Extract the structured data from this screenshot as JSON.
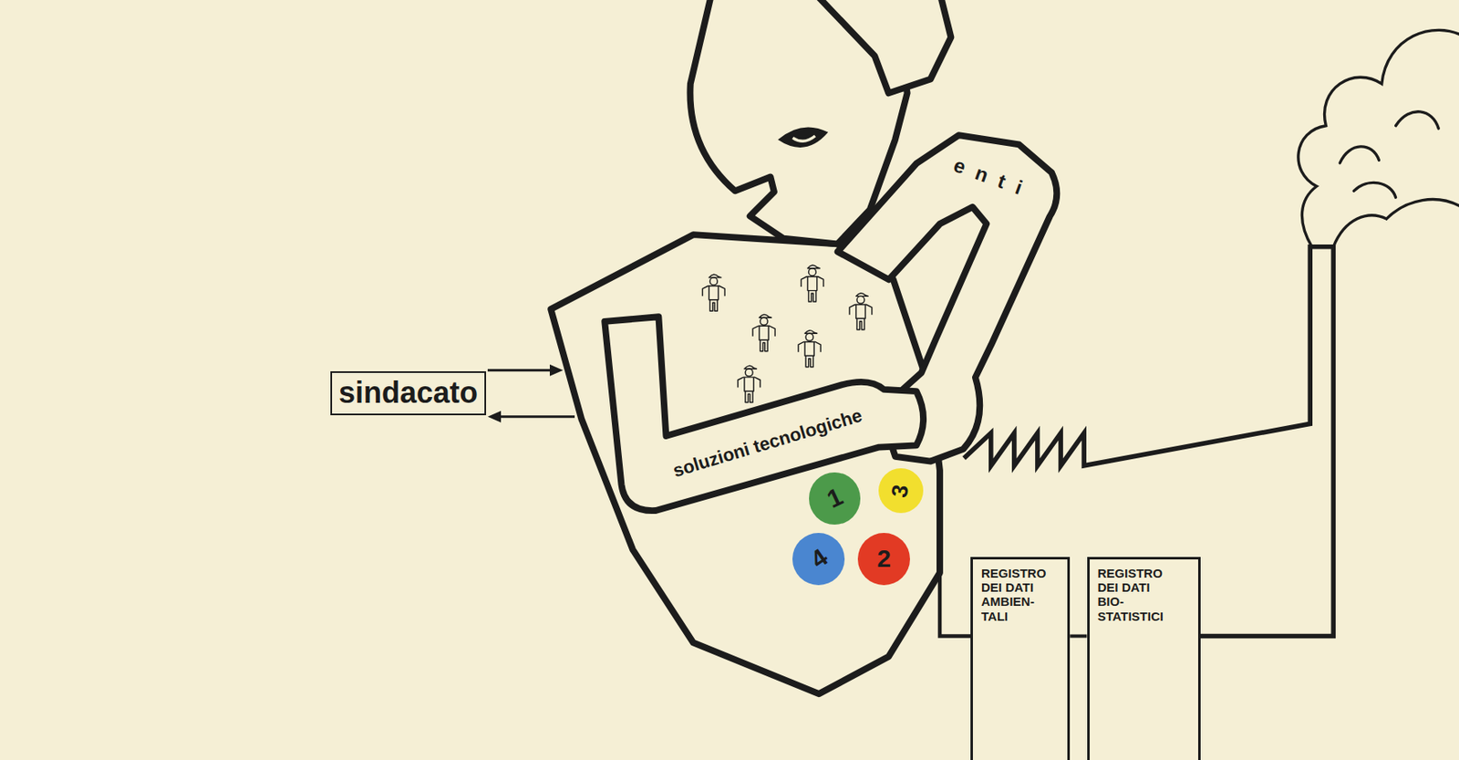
{
  "diagram": {
    "nodes": [
      {
        "text": [
          "sindacato"
        ]
      },
      {
        "text": [
          "enti"
        ]
      },
      {
        "text": [
          "soluzioni tecnologiche"
        ]
      },
      {
        "text": [
          "1"
        ]
      },
      {
        "text": [
          "3"
        ]
      },
      {
        "text": [
          "4"
        ]
      },
      {
        "text": [
          "2"
        ]
      },
      {
        "text": [
          "REGISTRO DEI DATI AMBIEN- TALI"
        ]
      },
      {
        "text": [
          "REGISTRO DEI DATI BIO- STATISTICI"
        ]
      }
    ],
    "edges": [
      {
        "from": 7,
        "to": 8,
        "arrow": "none"
      }
    ]
  }
}
